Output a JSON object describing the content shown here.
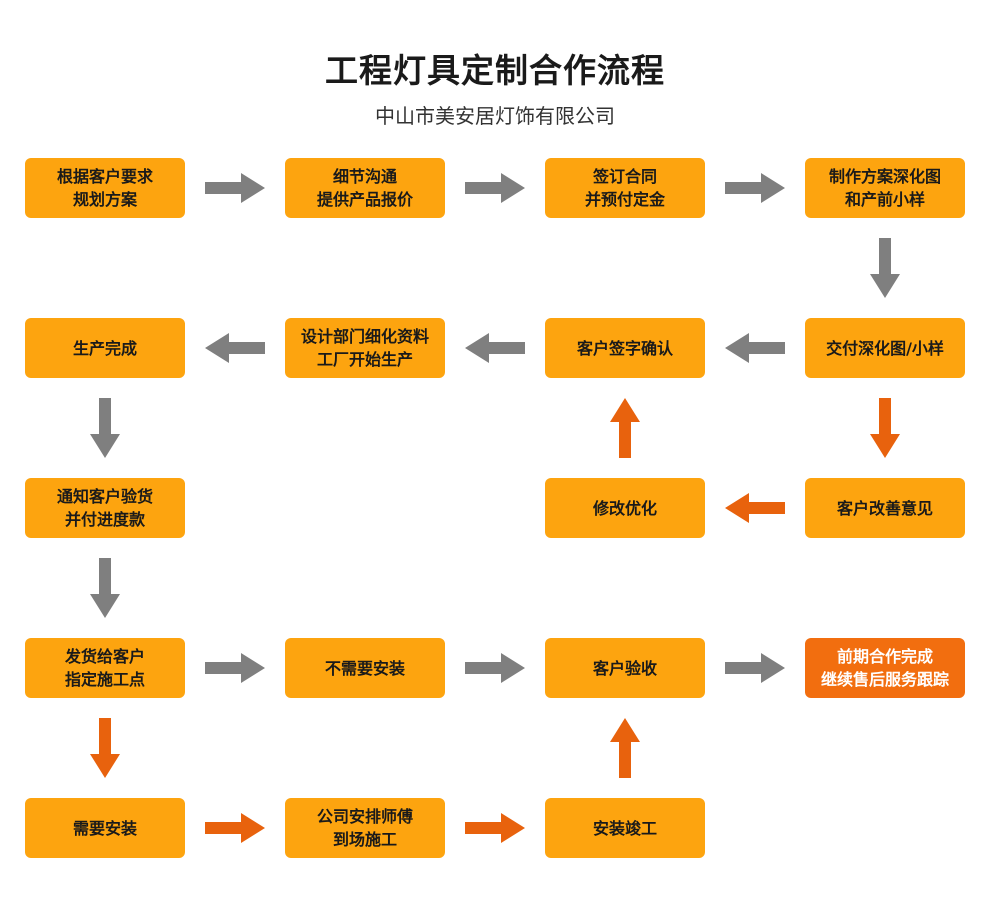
{
  "header": {
    "title": "工程灯具定制合作流程",
    "subtitle": "中山市美安居灯饰有限公司"
  },
  "colors": {
    "box": "#fda40f",
    "box_final": "#f26e0f",
    "arrow_gray": "#7f7f7f",
    "arrow_orange": "#e8620d"
  },
  "nodes": {
    "n1": {
      "lines": [
        "根据客户要求",
        "规划方案"
      ]
    },
    "n2": {
      "lines": [
        "细节沟通",
        "提供产品报价"
      ]
    },
    "n3": {
      "lines": [
        "签订合同",
        "并预付定金"
      ]
    },
    "n4": {
      "lines": [
        "制作方案深化图",
        "和产前小样"
      ]
    },
    "n5": {
      "lines": [
        "交付深化图/小样"
      ]
    },
    "n6": {
      "lines": [
        "客户签字确认"
      ]
    },
    "n7": {
      "lines": [
        "设计部门细化资料",
        "工厂开始生产"
      ]
    },
    "n8": {
      "lines": [
        "生产完成"
      ]
    },
    "n9": {
      "lines": [
        "客户改善意见"
      ]
    },
    "n10": {
      "lines": [
        "修改优化"
      ]
    },
    "n11": {
      "lines": [
        "通知客户验货",
        "并付进度款"
      ]
    },
    "n12": {
      "lines": [
        "发货给客户",
        "指定施工点"
      ]
    },
    "n13": {
      "lines": [
        "不需要安装"
      ]
    },
    "n14": {
      "lines": [
        "客户验收"
      ]
    },
    "n15": {
      "lines": [
        "前期合作完成",
        "继续售后服务跟踪"
      ]
    },
    "n16": {
      "lines": [
        "需要安装"
      ]
    },
    "n17": {
      "lines": [
        "公司安排师傅",
        "到场施工"
      ]
    },
    "n18": {
      "lines": [
        "安装竣工"
      ]
    }
  }
}
